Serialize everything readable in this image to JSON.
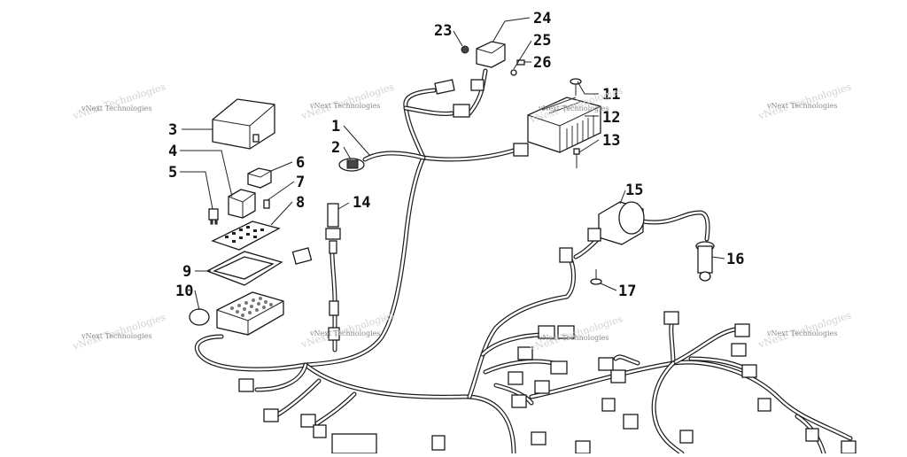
{
  "watermark": "vNext Technologies",
  "callouts": [
    {
      "n": "1"
    },
    {
      "n": "2"
    },
    {
      "n": "3"
    },
    {
      "n": "4"
    },
    {
      "n": "5"
    },
    {
      "n": "6"
    },
    {
      "n": "7"
    },
    {
      "n": "8"
    },
    {
      "n": "9"
    },
    {
      "n": "10"
    },
    {
      "n": "11"
    },
    {
      "n": "12"
    },
    {
      "n": "13"
    },
    {
      "n": "14"
    },
    {
      "n": "15"
    },
    {
      "n": "16"
    },
    {
      "n": "17"
    },
    {
      "n": "23"
    },
    {
      "n": "24"
    },
    {
      "n": "25"
    },
    {
      "n": "26"
    }
  ]
}
